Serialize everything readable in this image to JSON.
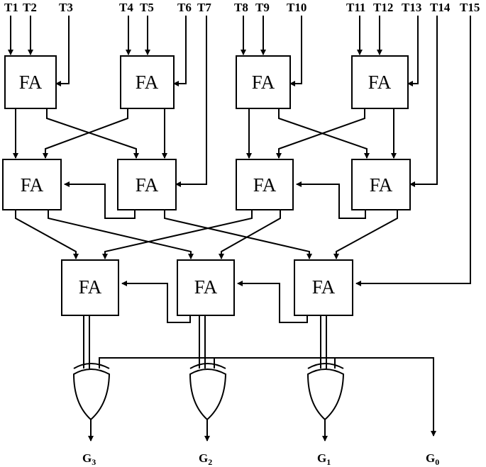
{
  "inputs": [
    "T1",
    "T2",
    "T3",
    "T4",
    "T5",
    "T6",
    "T7",
    "T8",
    "T9",
    "T10",
    "T11",
    "T12",
    "T13",
    "T14",
    "T15"
  ],
  "adder_label": "FA",
  "outputs": {
    "g3": {
      "base": "G",
      "sub": "3"
    },
    "g2": {
      "base": "G",
      "sub": "2"
    },
    "g1": {
      "base": "G",
      "sub": "1"
    },
    "g0": {
      "base": "G",
      "sub": "0"
    }
  },
  "colors": {
    "line": "#000000",
    "background": "#ffffff"
  }
}
